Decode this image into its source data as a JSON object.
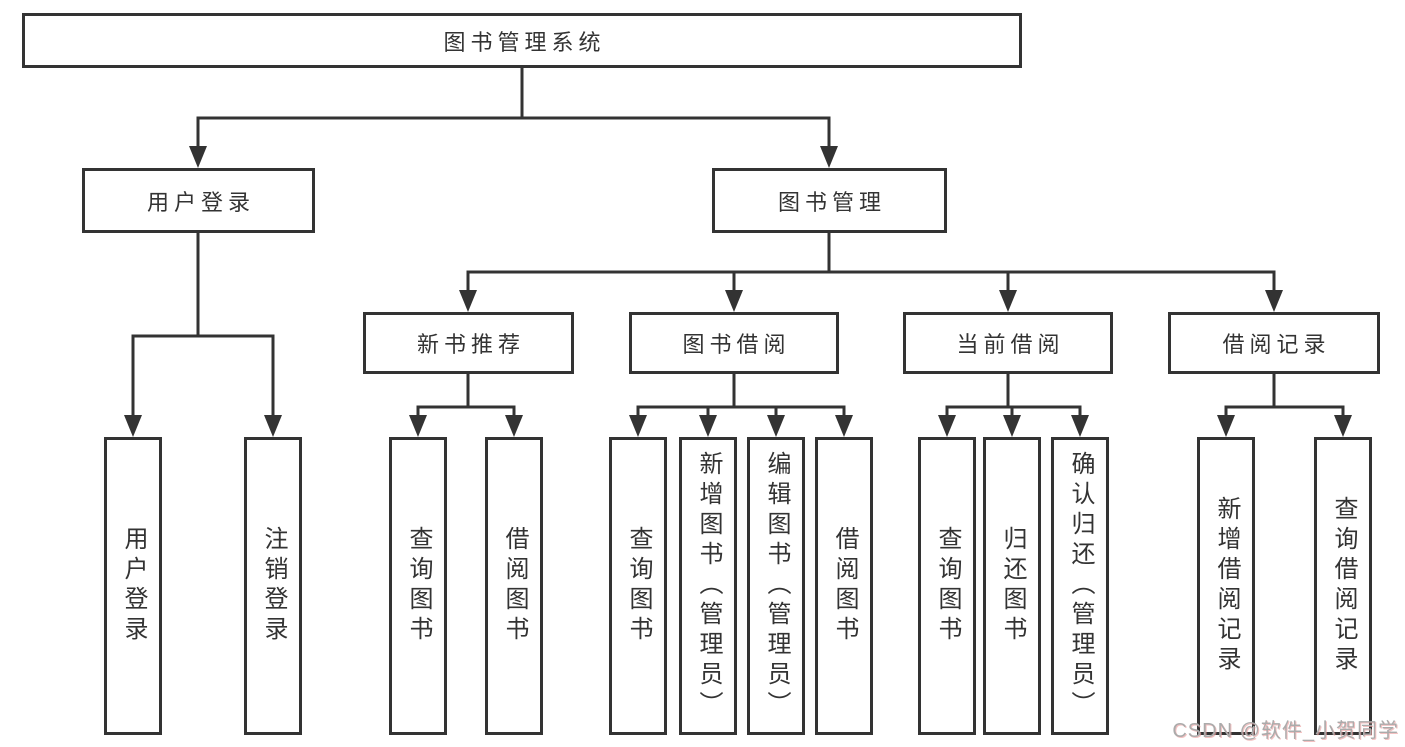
{
  "diagram": {
    "title_node": "图书管理系统",
    "root": {
      "label": "图书管理系统"
    },
    "branches": [
      {
        "label": "用户登录",
        "children": [
          {
            "label": "用户登录"
          },
          {
            "label": "注销登录"
          }
        ]
      },
      {
        "label": "图书管理",
        "children": [
          {
            "label": "新书推荐",
            "children": [
              {
                "label": "查询图书"
              },
              {
                "label": "借阅图书"
              }
            ]
          },
          {
            "label": "图书借阅",
            "children": [
              {
                "label": "查询图书"
              },
              {
                "label": "新增图书（管理员）"
              },
              {
                "label": "编辑图书（管理员）"
              },
              {
                "label": "借阅图书"
              }
            ]
          },
          {
            "label": "当前借阅",
            "children": [
              {
                "label": "查询图书"
              },
              {
                "label": "归还图书"
              },
              {
                "label": "确认归还（管理员）"
              }
            ]
          },
          {
            "label": "借阅记录",
            "children": [
              {
                "label": "新增借阅记录"
              },
              {
                "label": "查询借阅记录"
              }
            ]
          }
        ]
      }
    ],
    "colors": {
      "line": "#333333",
      "text": "#333333",
      "box_background": "#ffffff",
      "page_background": "#ffffff"
    }
  },
  "watermark": {
    "text": "CSDN @软件_小贺同学",
    "color": "#ababab"
  }
}
